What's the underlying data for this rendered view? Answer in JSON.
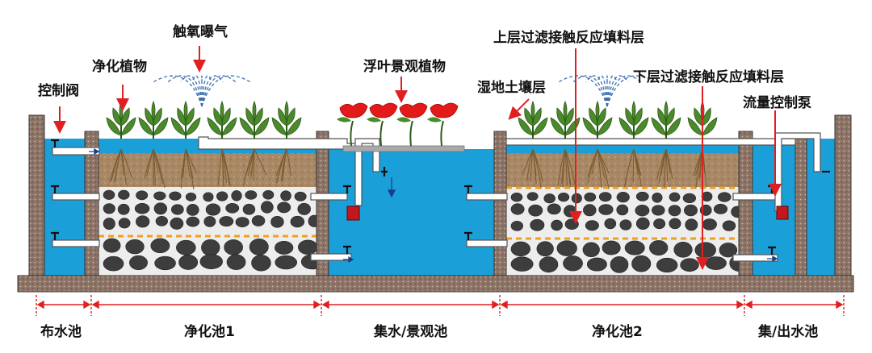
{
  "labels": {
    "aeration": "触氧曝气",
    "plants": "净化植物",
    "valve": "控制阀",
    "floating": "浮叶景观植物",
    "upper_layer": "上层过滤接触反应填料层",
    "soil_layer": "湿地土壤层",
    "lower_layer": "下层过滤接触反应填料层",
    "pump": "流量控制泵"
  },
  "zones": [
    {
      "label": "布水池"
    },
    {
      "label": "净化池1"
    },
    {
      "label": "集水/景观池"
    },
    {
      "label": "净化池2"
    },
    {
      "label": "集/出水池"
    }
  ],
  "colors": {
    "water": "#1a9fd8",
    "wall": "#8b7266",
    "soil": "#a98866",
    "gravel_bg": "#ededed",
    "stone": "#3d3d3d",
    "plant": "#4b8a2b",
    "flower": "#e31a1a",
    "arrow": "#e02020",
    "dashline": "#f0a020",
    "pump": "#c4171d"
  },
  "icons": [
    "plant-icon",
    "flower-icon",
    "valve-icon",
    "pump-icon",
    "spray-icon",
    "arrow-icon"
  ]
}
